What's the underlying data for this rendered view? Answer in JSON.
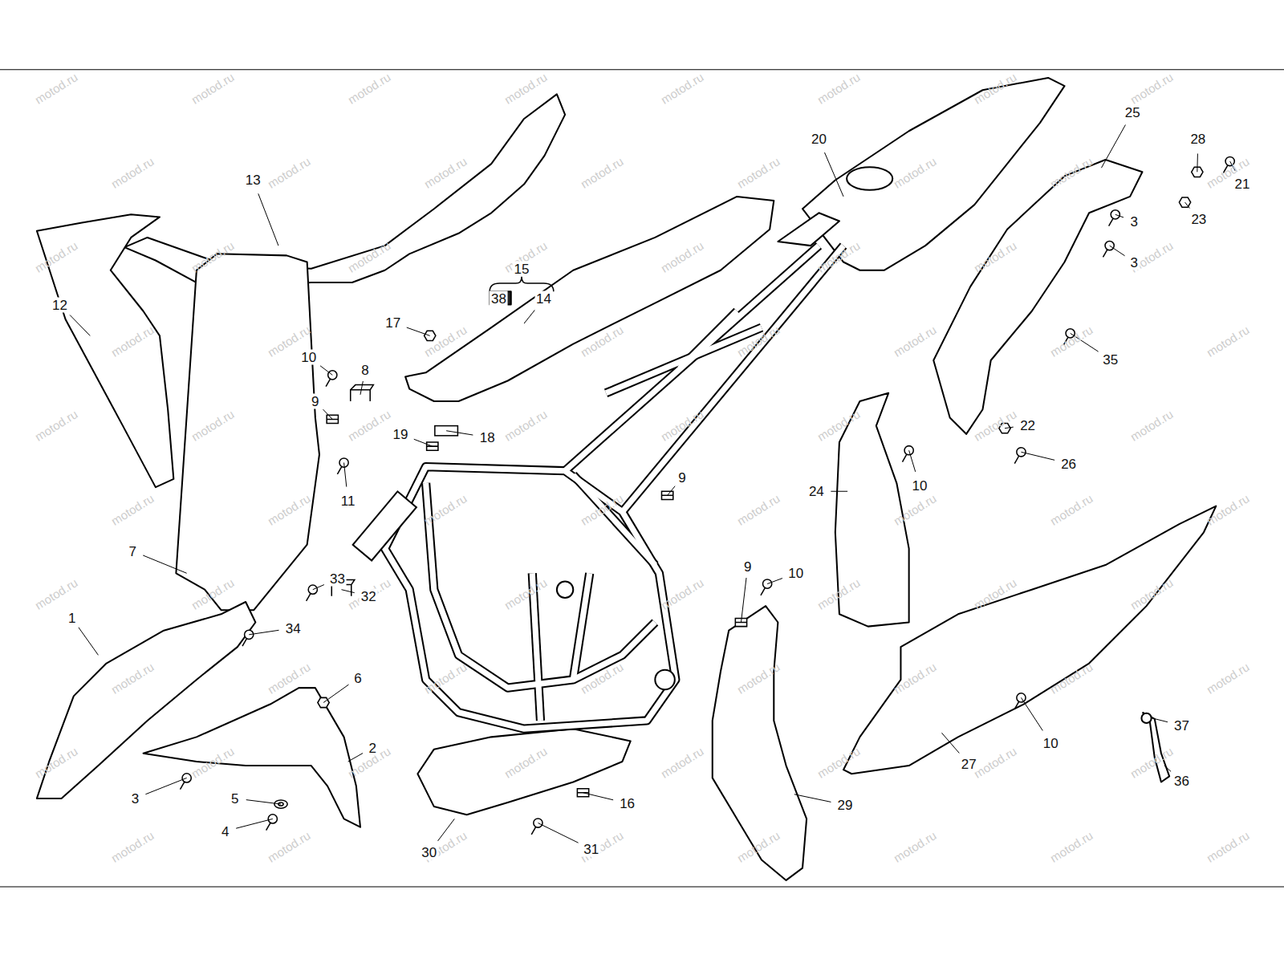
{
  "diagram": {
    "labels": [
      "1",
      "2",
      "3",
      "3",
      "3",
      "4",
      "5",
      "6",
      "7",
      "8",
      "9",
      "9",
      "9",
      "10",
      "10",
      "10",
      "10",
      "11",
      "12",
      "13",
      "14",
      "15",
      "16",
      "17",
      "18",
      "19",
      "20",
      "21",
      "22",
      "23",
      "24",
      "25",
      "26",
      "27",
      "28",
      "29",
      "30",
      "31",
      "32",
      "33",
      "34",
      "35",
      "36",
      "37",
      "38",
      "motod.ru",
      "motod.ru",
      "motod.ru",
      "motod.ru",
      "motod.ru",
      "motod.ru",
      "motod.ru",
      "motod.ru",
      "motod.ru",
      "motod.ru",
      "motod.ru",
      "motod.ru",
      "motod.ru",
      "motod.ru",
      "motod.ru",
      "motod.ru",
      "motod.ru",
      "motod.ru",
      "motod.ru",
      "motod.ru",
      "motod.ru",
      "motod.ru",
      "motod.ru",
      "motod.ru",
      "motod.ru",
      "motod.ru",
      "motod.ru",
      "motod.ru",
      "motod.ru",
      "motod.ru",
      "motod.ru",
      "motod.ru",
      "motod.ru",
      "motod.ru",
      "motod.ru",
      "motod.ru",
      "motod.ru",
      "motod.ru",
      "motod.ru",
      "motod.ru",
      "motod.ru",
      "motod.ru",
      "motod.ru",
      "motod.ru",
      "motod.ru",
      "motod.ru",
      "motod.ru",
      "motod.ru",
      "motod.ru",
      "motod.ru",
      "motod.ru",
      "motod.ru",
      "motod.ru",
      "motod.ru",
      "motod.ru",
      "motod.ru",
      "motod.ru",
      "motod.ru",
      "motod.ru",
      "motod.ru",
      "motod.ru",
      "motod.ru",
      "motod.ru",
      "motod.ru",
      "motod.ru",
      "motod.ru",
      "motod.ru",
      "motod.ru",
      "motod.ru",
      "motod.ru",
      "motod.ru",
      "motod.ru",
      "motod.ru",
      "motod.ru",
      "motod.ru",
      "motod.ru",
      "motod.ru",
      "motod.ru",
      "motod.ru",
      "motod.ru"
    ]
  }
}
